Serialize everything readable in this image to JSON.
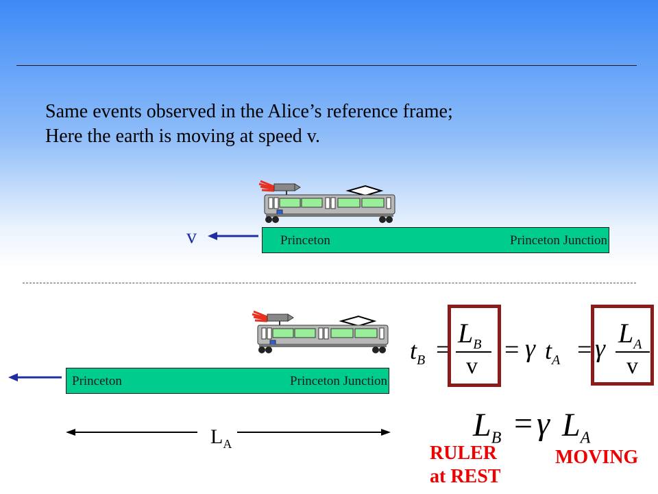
{
  "slide": {
    "title_line1": "Same events observed in the Alice’s reference frame;",
    "title_line2": "Here the earth is moving at speed v."
  },
  "top_scene": {
    "velocity_label": "v",
    "platform_left_label": "Princeton",
    "platform_right_label": "Princeton Junction"
  },
  "bottom_scene": {
    "platform_left_label": "Princeton",
    "platform_right_label": "Princeton Junction",
    "length_label_main": "L",
    "length_label_sub": "A"
  },
  "equations": {
    "t_b": "t",
    "sub_b": "B",
    "l": "L",
    "sub_a": "A",
    "v": "v",
    "equals": "=",
    "gamma": "γ"
  },
  "labels": {
    "ruler_line1": "RULER",
    "ruler_line2": "at REST",
    "moving": "MOVING"
  },
  "colors": {
    "platform": "#00cc8e",
    "arrow_blue": "#1f2ea0",
    "highlight_red": "#ee0000",
    "box_border": "#8b1a1a"
  }
}
